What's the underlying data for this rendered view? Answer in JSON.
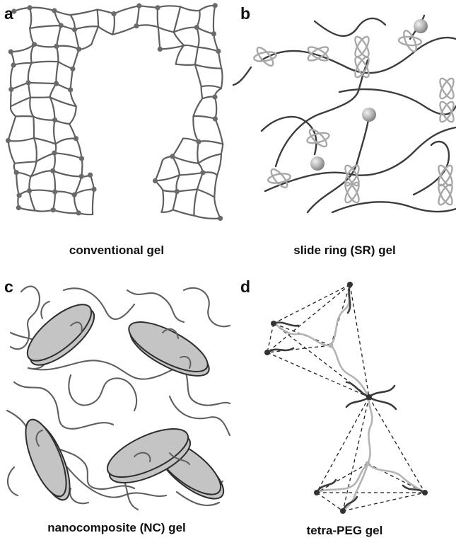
{
  "panels": [
    {
      "letter": "a",
      "caption": "conventional gel"
    },
    {
      "letter": "b",
      "caption": "slide ring (SR) gel"
    },
    {
      "letter": "c",
      "caption": "nanocomposite (NC) gel"
    },
    {
      "letter": "d",
      "caption": "tetra-PEG gel"
    }
  ],
  "colors": {
    "chain": "#5f5f5f",
    "chain_dark": "#3c3c3c",
    "chain_light": "#b4b4b4",
    "node": "#6a6a6a",
    "ring": "#a8a8a8",
    "platelet": "#c4c4c4",
    "platelet_edge": "#2e2e2e"
  }
}
